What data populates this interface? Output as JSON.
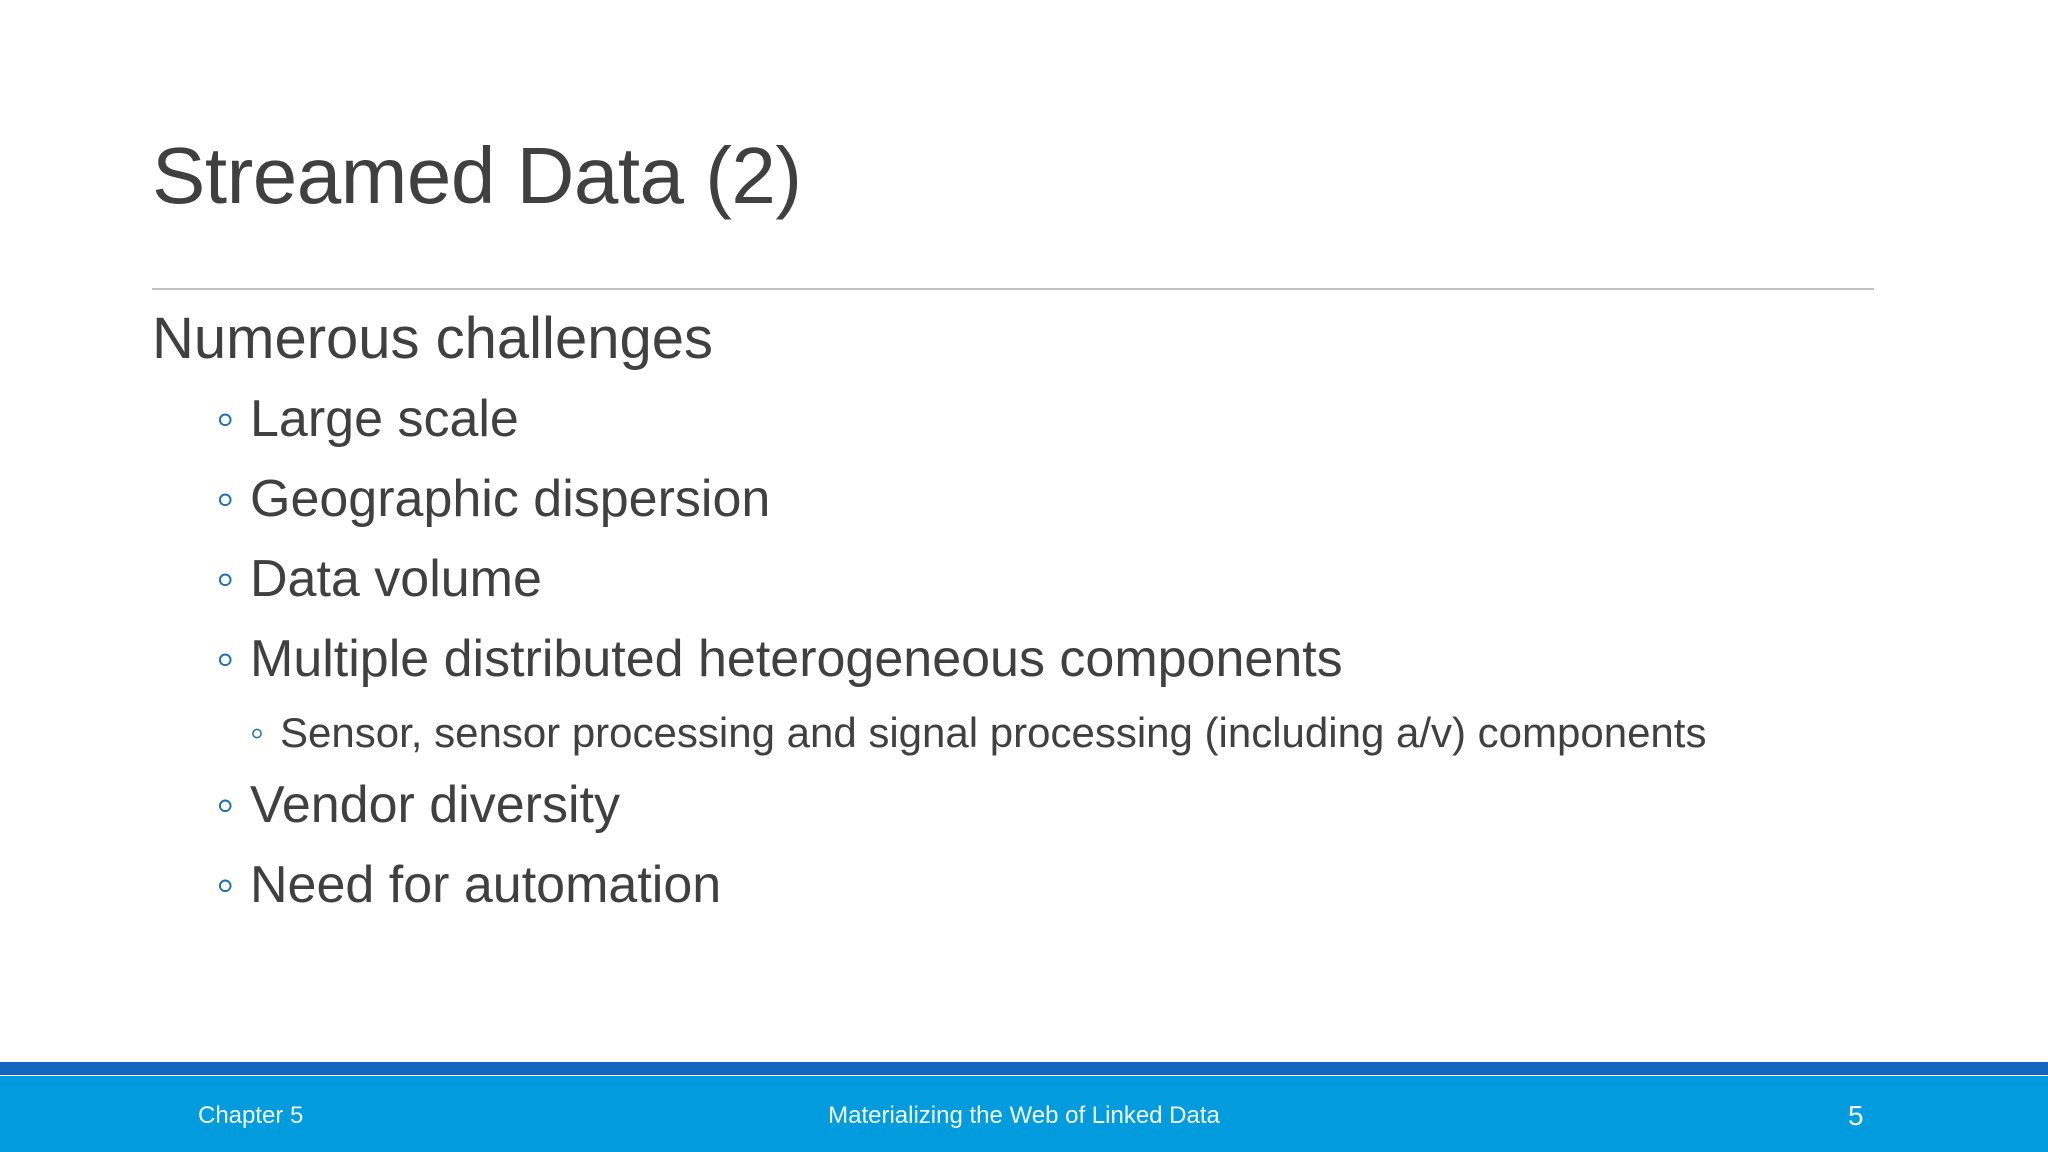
{
  "slide": {
    "title": "Streamed Data (2)",
    "background_color": "#FFFFFF",
    "title_color": "#404040",
    "rule_color": "#BFBFBF",
    "bullet_color": "#1F6FB5"
  },
  "body": {
    "level1": "Numerous challenges",
    "bullet_glyph": "◦",
    "items": [
      {
        "text": "Large scale",
        "level": 2,
        "children": []
      },
      {
        "text": "Geographic dispersion",
        "level": 2,
        "children": []
      },
      {
        "text": "Data volume",
        "level": 2,
        "children": []
      },
      {
        "text": "Multiple distributed heterogeneous components",
        "level": 2,
        "children": [
          {
            "text": "Sensor, sensor processing and signal processing (including a/v) components",
            "level": 3
          }
        ]
      },
      {
        "text": "Vendor diversity",
        "level": 2,
        "children": []
      },
      {
        "text": "Need for automation",
        "level": 2,
        "children": []
      }
    ]
  },
  "footer": {
    "left": "Chapter 5",
    "center": "Materializing the Web of Linked Data",
    "page_number": "5",
    "stripe_color": "#1565C0",
    "band_color": "#029CDE",
    "text_color": "#F2FBFF"
  }
}
